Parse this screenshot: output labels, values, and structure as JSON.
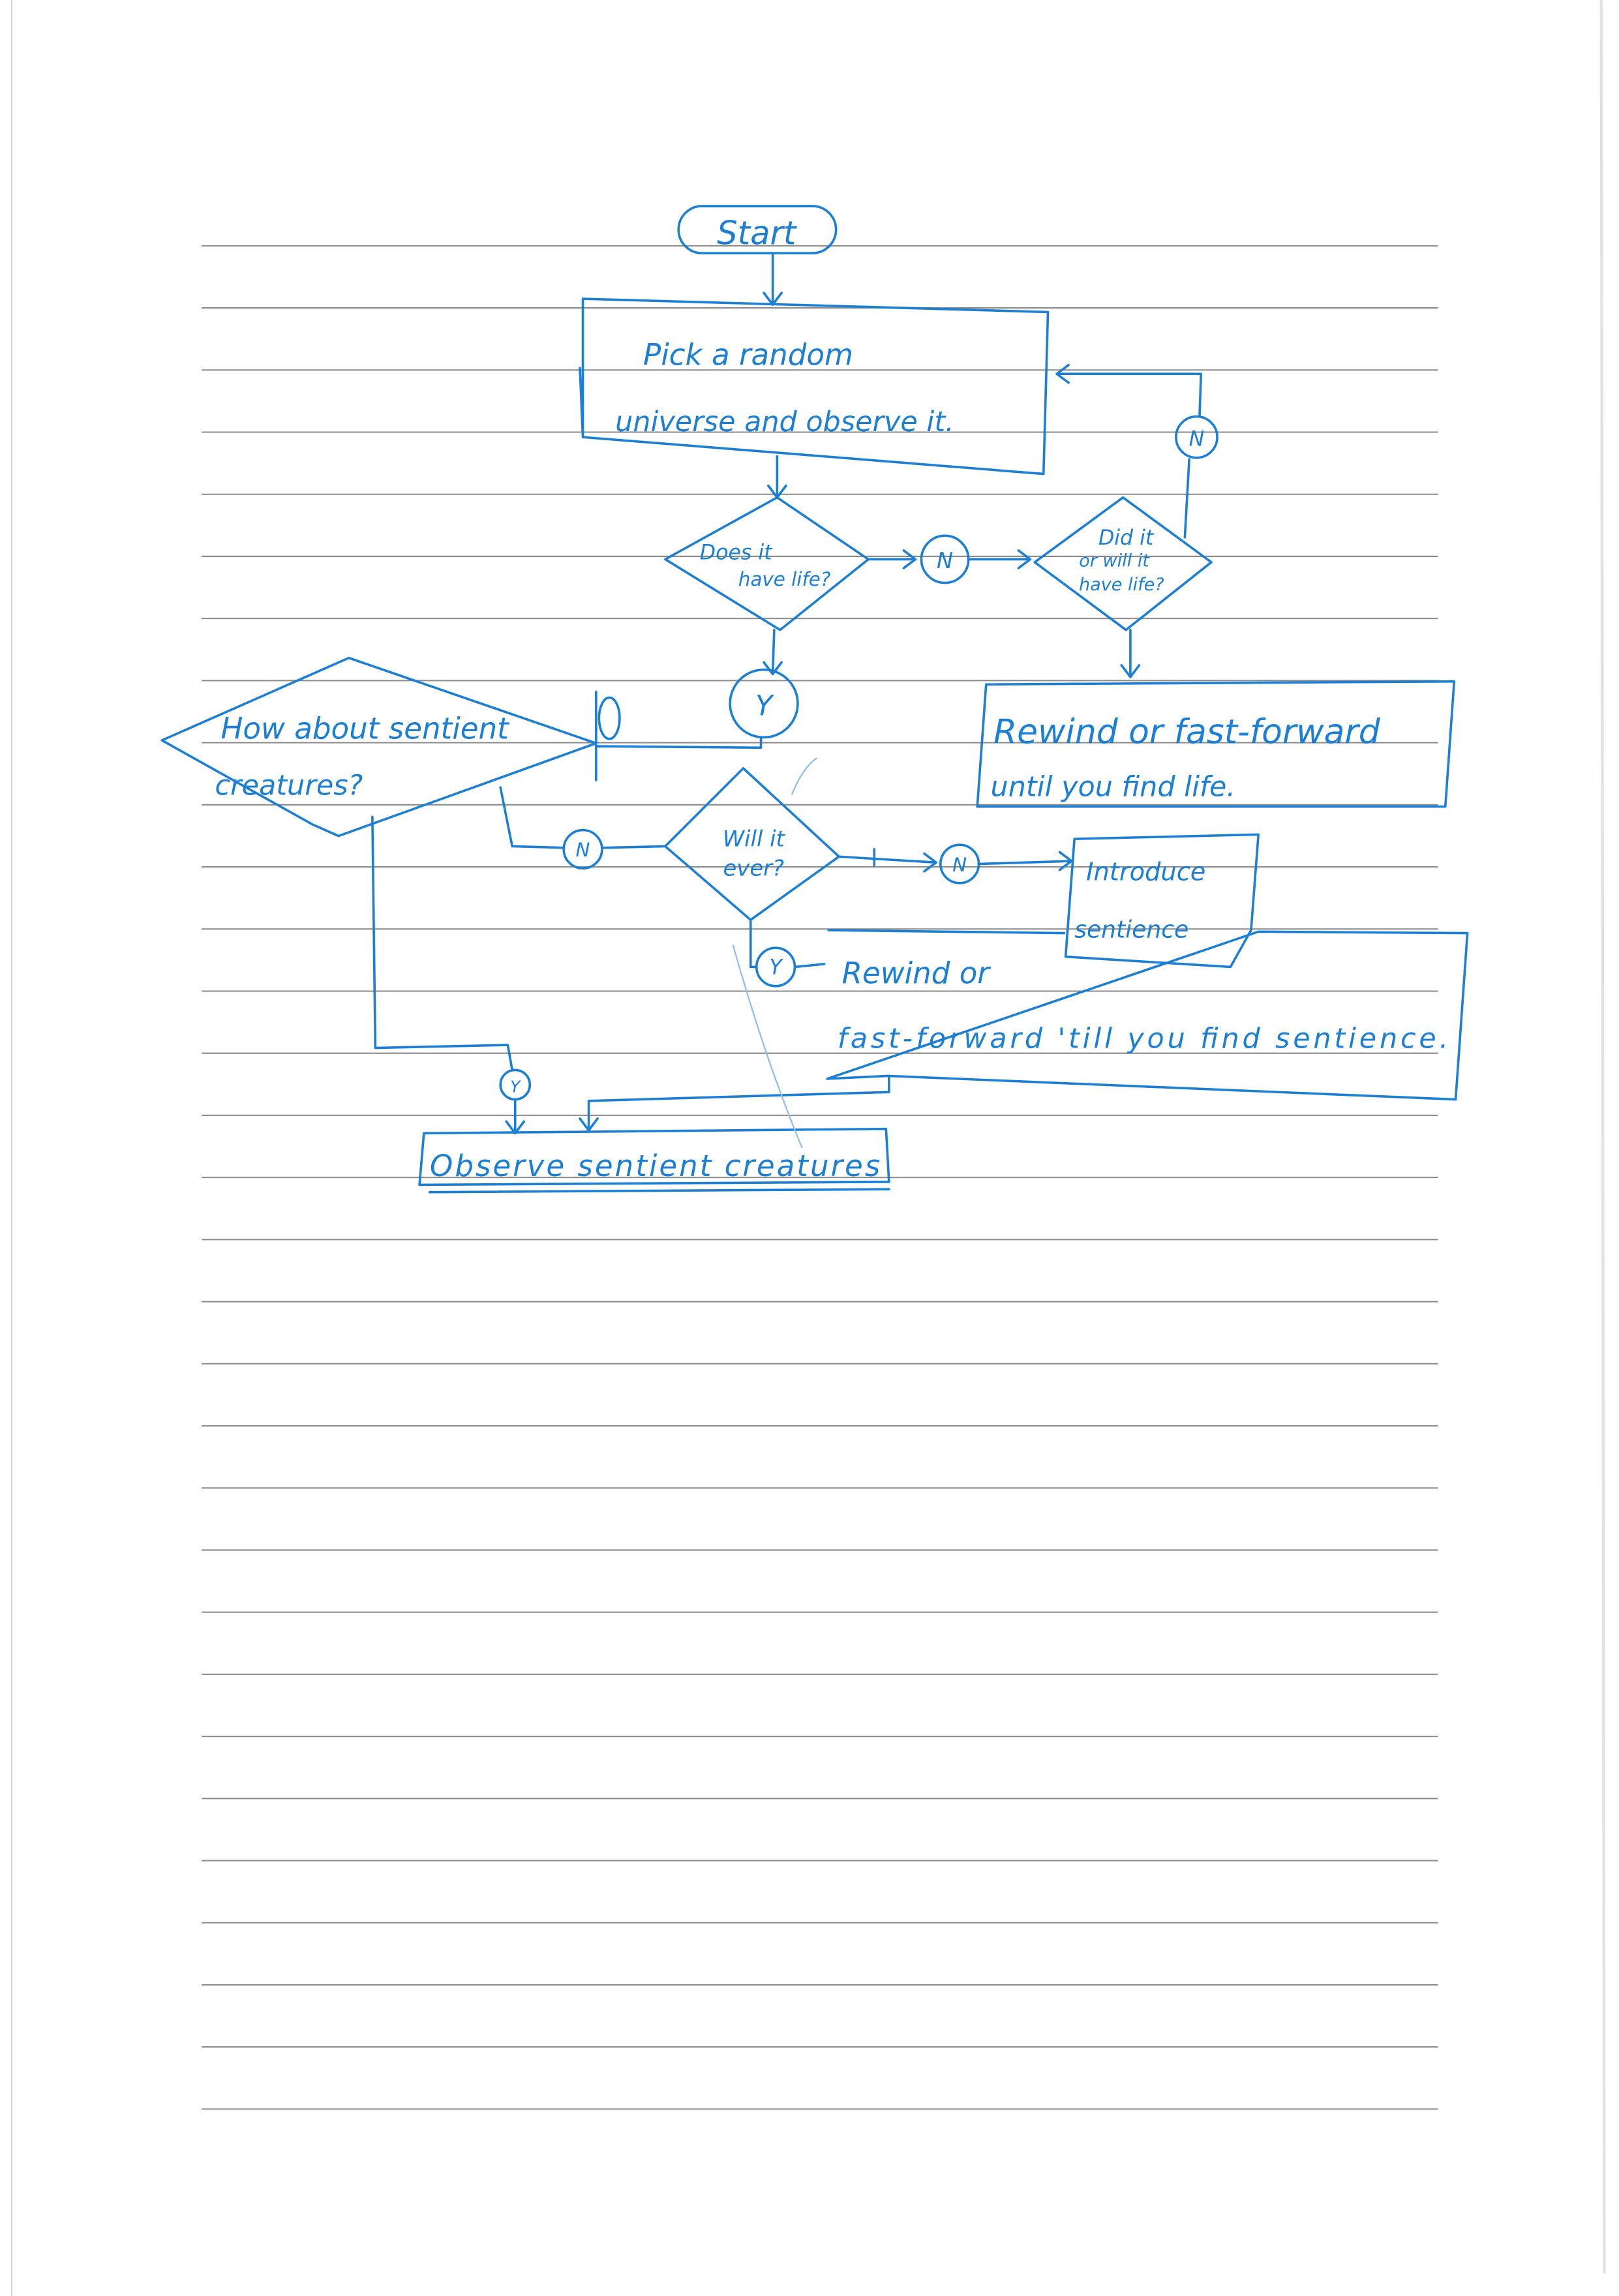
{
  "flowchart": {
    "start": "Start",
    "pick_line1": "Pick a random",
    "pick_line2": "universe and observe it.",
    "life_q1": "Does it",
    "life_q2": "have life?",
    "no": "N",
    "yes": "Y",
    "ever_life_q1": "Did it",
    "ever_life_q2": "or will it",
    "ever_life_q3": "have life?",
    "rewind_life1": "Rewind or fast-forward",
    "rewind_life2": "until you find life.",
    "sentient_q1": "How about sentient",
    "sentient_q2": "creatures?",
    "will_q1": "Will it",
    "will_q2": "ever?",
    "introduce1": "Introduce",
    "introduce2": "sentience",
    "rewind_sent1": "Rewind or",
    "rewind_sent2": "fast-forward 'till you find sentience.",
    "observe": "Observe sentient creatures"
  },
  "colors": {
    "ink": "#1c7fd4",
    "rule": "#8a8a8a",
    "paper": "#ffffff"
  }
}
